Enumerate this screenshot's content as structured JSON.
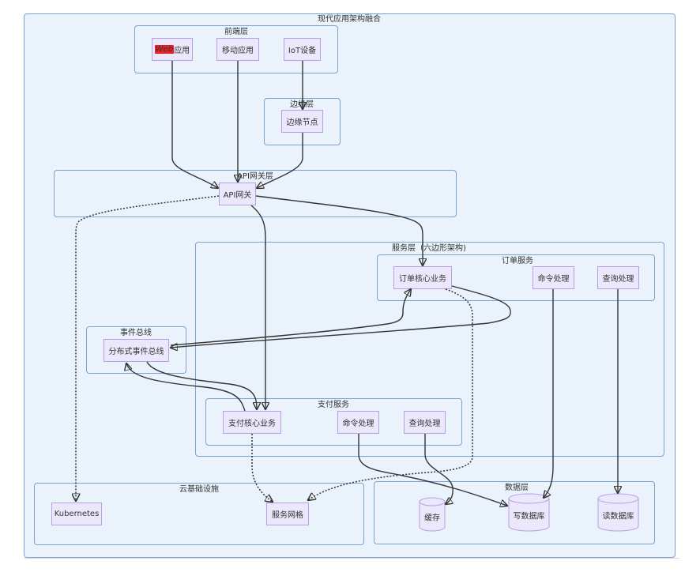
{
  "diagram": {
    "title": "现代应用架构融合",
    "clusters": {
      "frontend": "前端层",
      "edge": "边缘层",
      "api": "API网关层",
      "service": "服务层（六边形架构)",
      "order": "订单服务",
      "eventbus": "事件总线",
      "payment": "支付服务",
      "cloud": "云基础设施",
      "data": "数据层"
    },
    "nodes": {
      "web_highlight": "Web",
      "web_suffix": "应用",
      "mobile": "移动应用",
      "iot": "IoT设备",
      "edge_node": "边缘节点",
      "api_gateway": "API网关",
      "order_core": "订单核心业务",
      "order_cmd": "命令处理",
      "order_query": "查询处理",
      "event_bus": "分布式事件总线",
      "pay_core": "支付核心业务",
      "pay_cmd": "命令处理",
      "pay_query": "查询处理",
      "k8s": "Kubernetes",
      "mesh": "服务网格",
      "cache": "缓存",
      "write_db": "写数据库",
      "read_db": "读数据库"
    },
    "edges": [
      {
        "from": "web",
        "to": "api_gateway",
        "style": "solid"
      },
      {
        "from": "mobile",
        "to": "api_gateway",
        "style": "solid"
      },
      {
        "from": "iot",
        "to": "edge_node",
        "style": "solid"
      },
      {
        "from": "edge_node",
        "to": "api_gateway",
        "style": "solid"
      },
      {
        "from": "api_gateway",
        "to": "k8s",
        "style": "dotted"
      },
      {
        "from": "api_gateway",
        "to": "order_core",
        "style": "solid"
      },
      {
        "from": "api_gateway",
        "to": "pay_core",
        "style": "solid"
      },
      {
        "from": "order_core",
        "to": "event_bus",
        "style": "solid"
      },
      {
        "from": "event_bus",
        "to": "order_core",
        "style": "solid"
      },
      {
        "from": "event_bus",
        "to": "pay_core",
        "style": "solid"
      },
      {
        "from": "pay_core",
        "to": "event_bus",
        "style": "solid"
      },
      {
        "from": "order_core",
        "to": "mesh",
        "style": "dotted"
      },
      {
        "from": "pay_core",
        "to": "mesh",
        "style": "dotted"
      },
      {
        "from": "order_cmd",
        "to": "write_db",
        "style": "solid"
      },
      {
        "from": "order_query",
        "to": "read_db",
        "style": "solid"
      },
      {
        "from": "pay_cmd",
        "to": "write_db",
        "style": "solid"
      },
      {
        "from": "pay_query",
        "to": "cache",
        "style": "solid"
      }
    ]
  }
}
